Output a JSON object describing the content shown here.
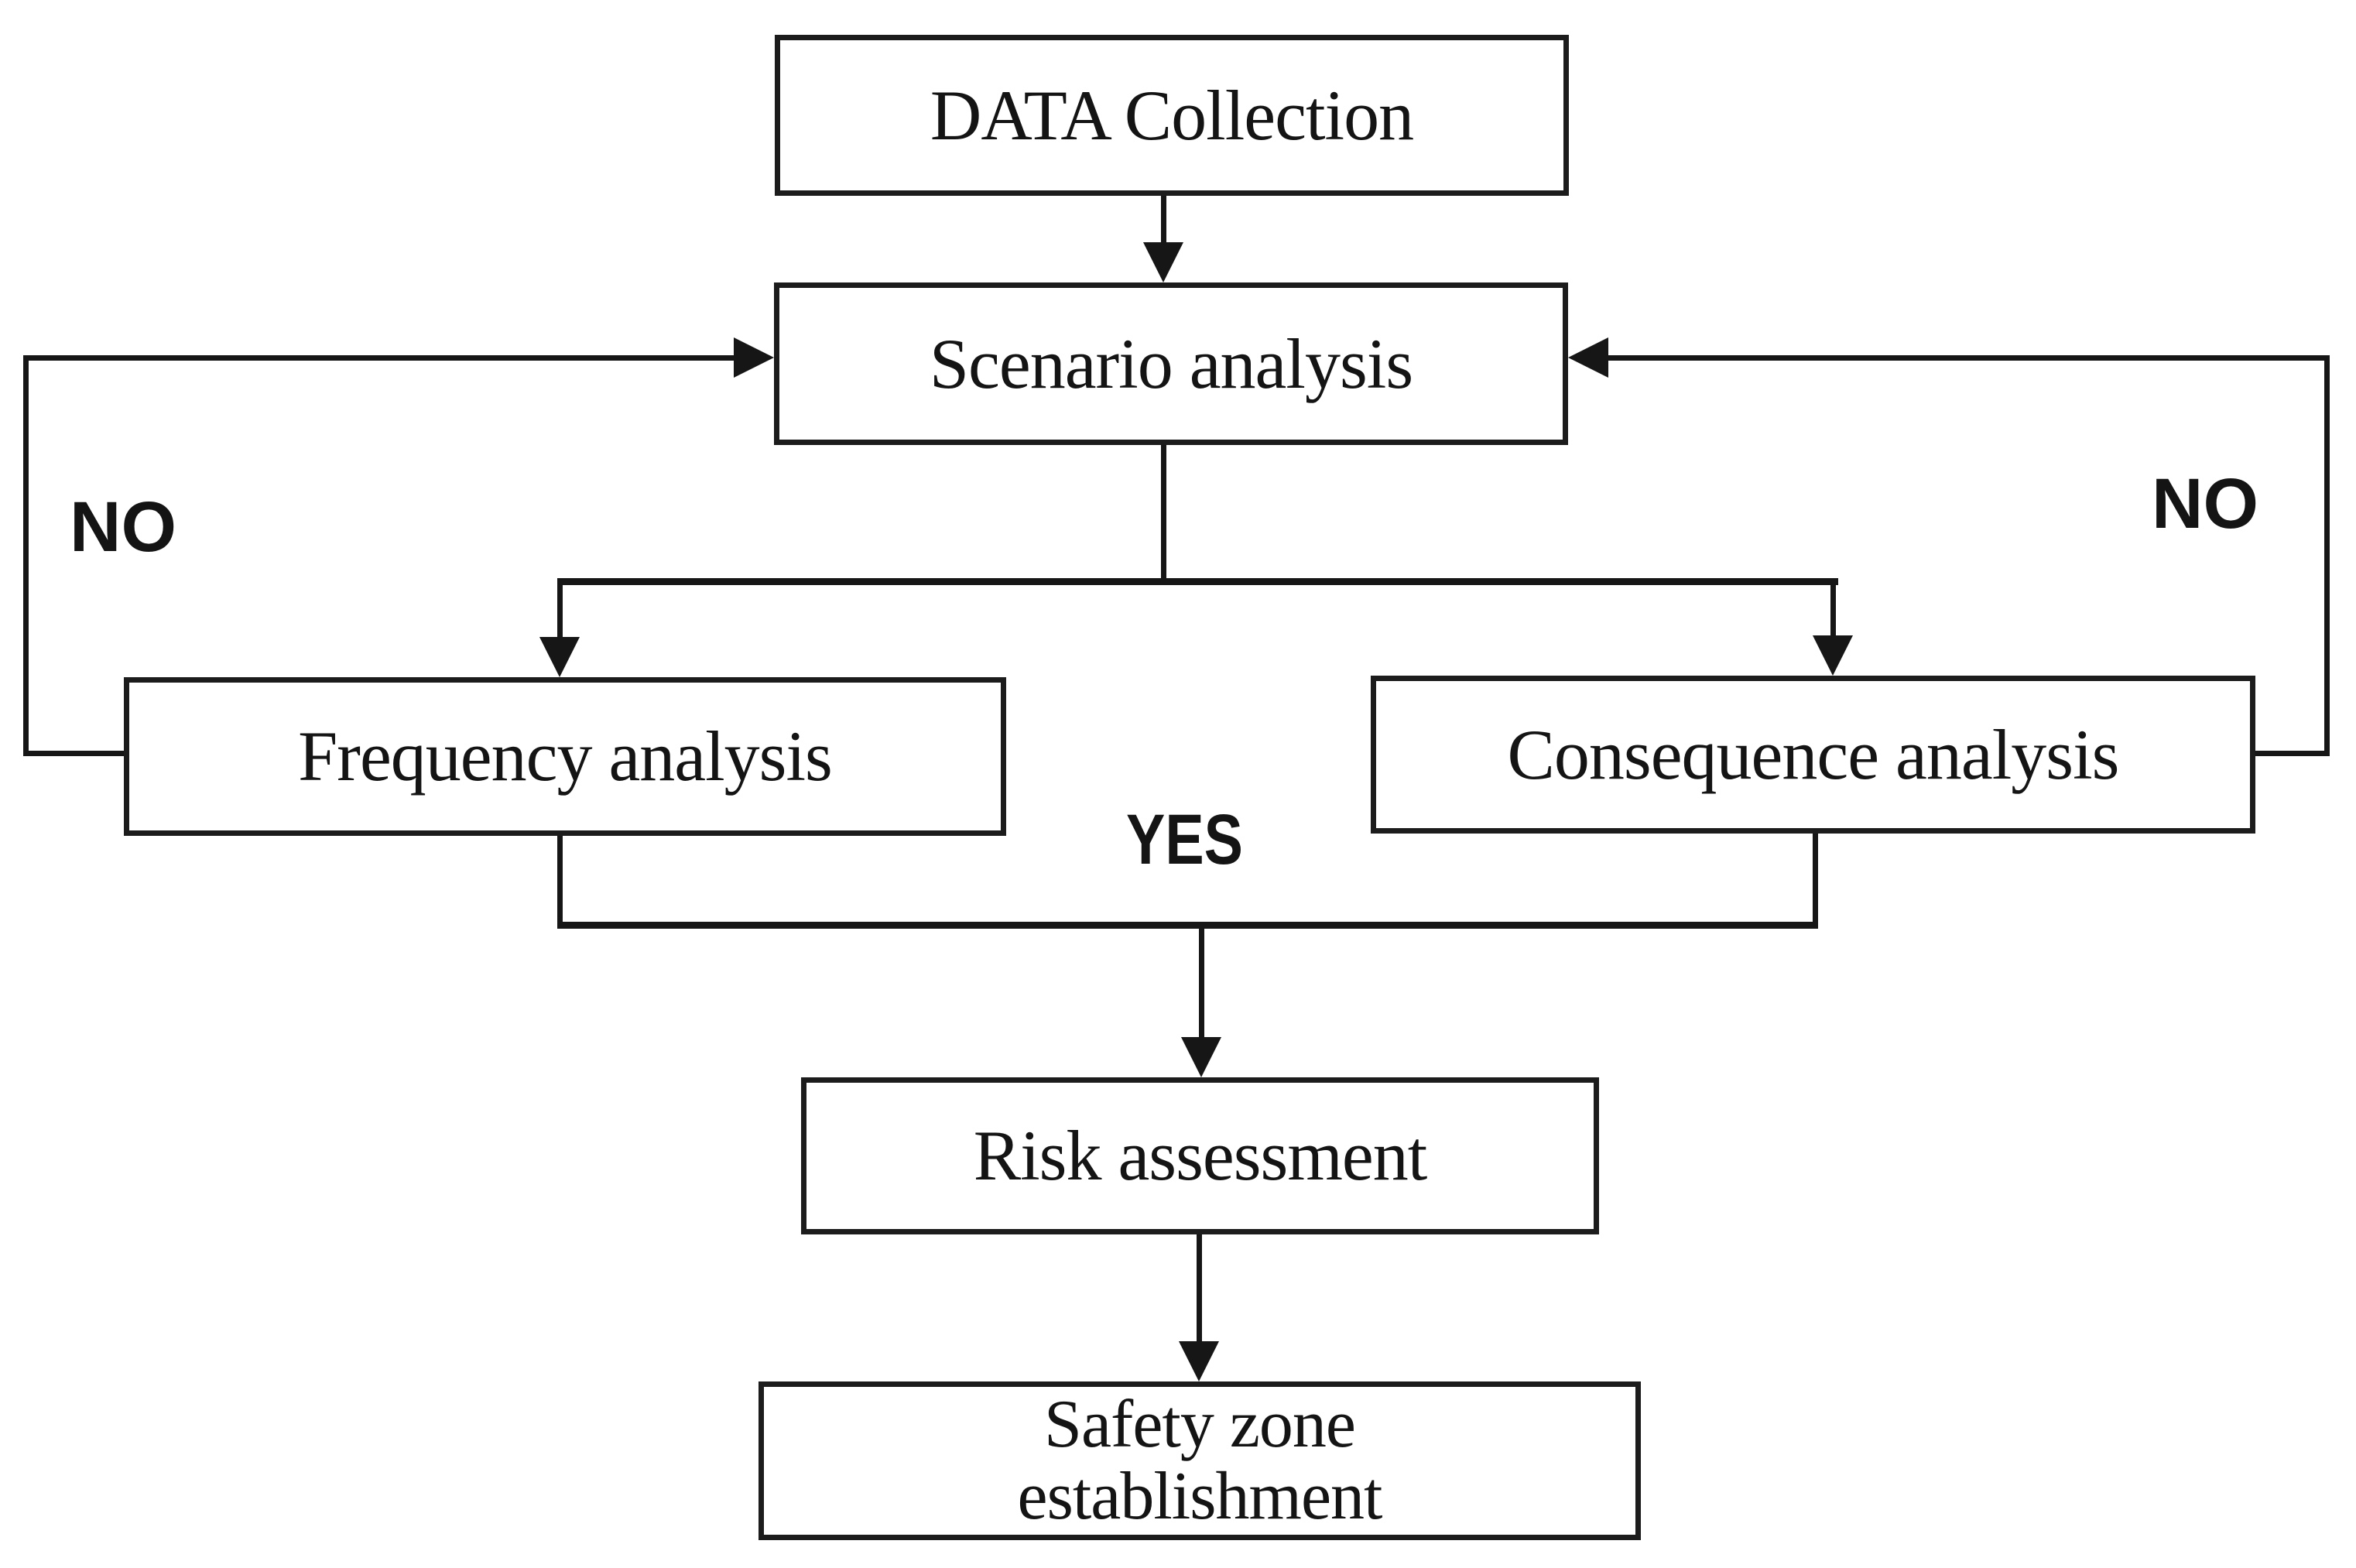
{
  "diagram": {
    "nodes": {
      "data_collection": {
        "label": "DATA Collection"
      },
      "scenario_analysis": {
        "label": "Scenario analysis"
      },
      "frequency_analysis": {
        "label": "Frequency analysis"
      },
      "consequence_analysis": {
        "label": "Consequence analysis"
      },
      "risk_assessment": {
        "label": "Risk assessment"
      },
      "safety_zone": {
        "label": "Safety zone\nestablishment"
      }
    },
    "branch_labels": {
      "no_left": "NO",
      "no_right": "NO",
      "yes": "YES"
    },
    "colors": {
      "line": "#161616",
      "border": "#1c1c1c",
      "text": "#141414",
      "background": "#ffffff"
    }
  }
}
